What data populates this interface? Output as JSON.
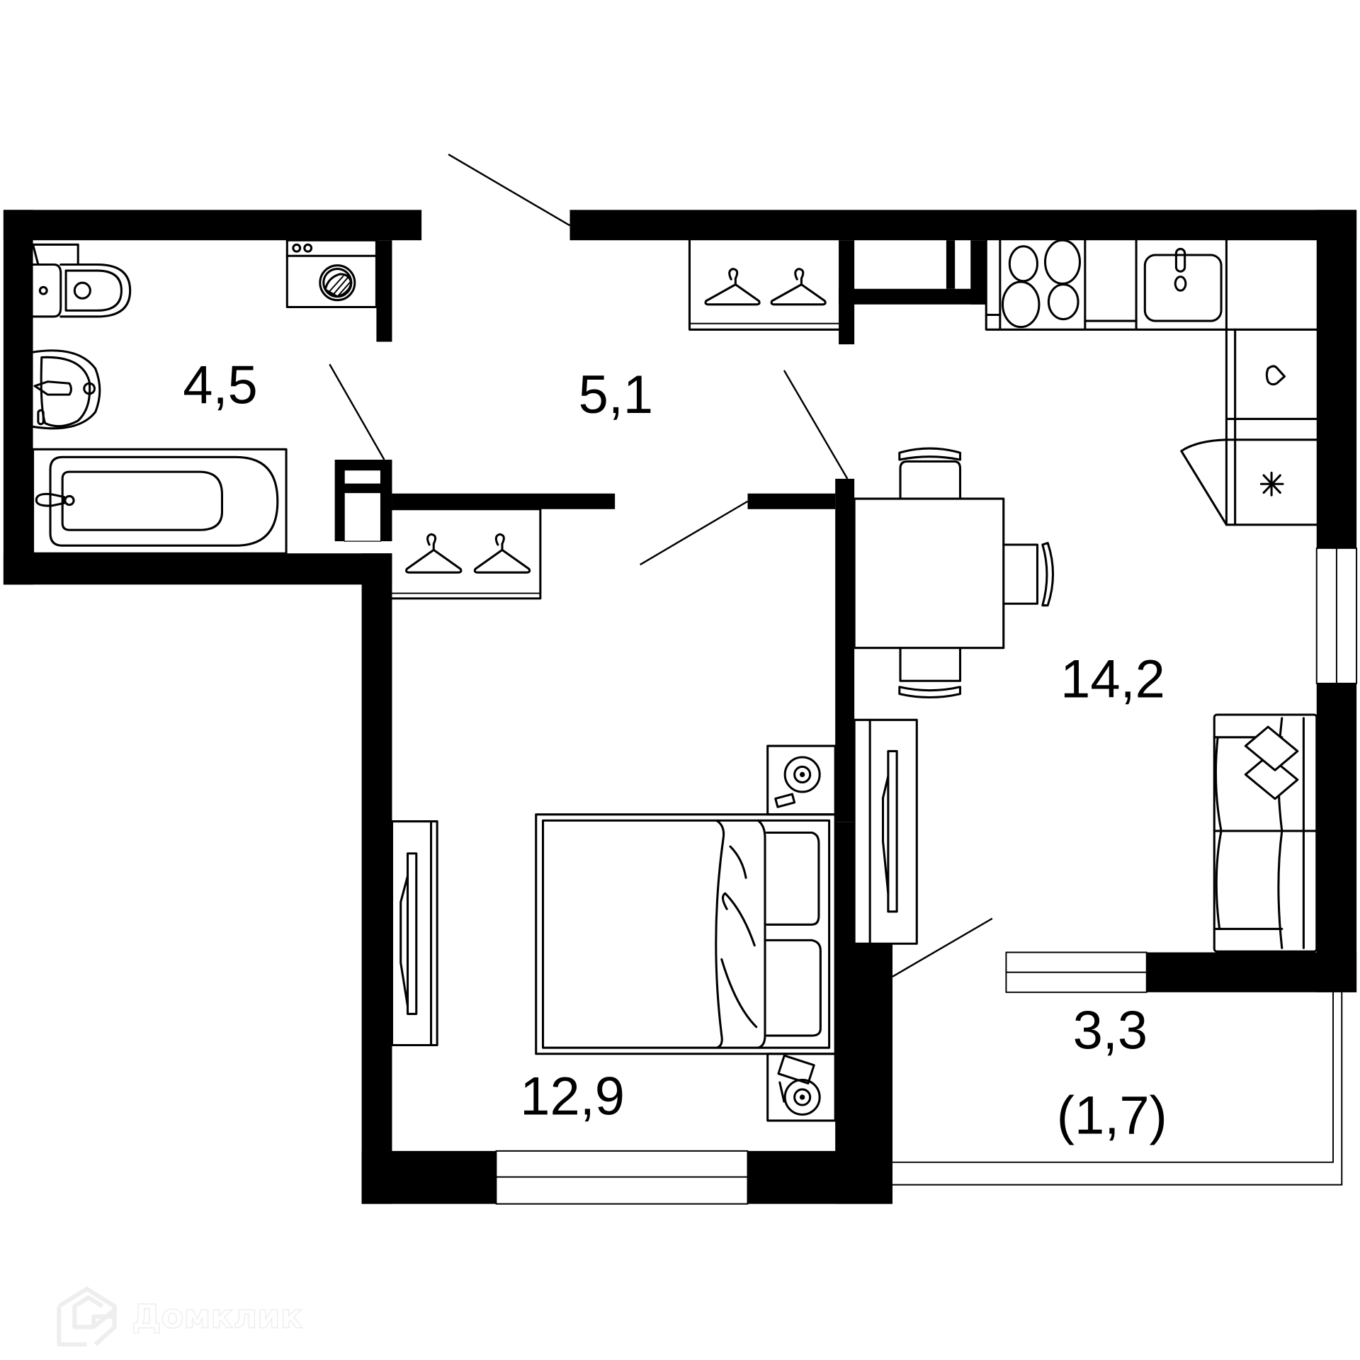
{
  "floorplan": {
    "rooms": [
      {
        "id": "bathroom",
        "area": "4,5"
      },
      {
        "id": "hallway",
        "area": "5,1"
      },
      {
        "id": "kitchen-living",
        "area": "14,2"
      },
      {
        "id": "bedroom",
        "area": "12,9"
      },
      {
        "id": "balcony",
        "area": "3,3",
        "reduced_area": "(1,7)"
      }
    ]
  },
  "colors": {
    "wall": "#000000",
    "background": "#ffffff",
    "watermark": "#eeeeee"
  },
  "watermark": {
    "text": "Домклик"
  }
}
